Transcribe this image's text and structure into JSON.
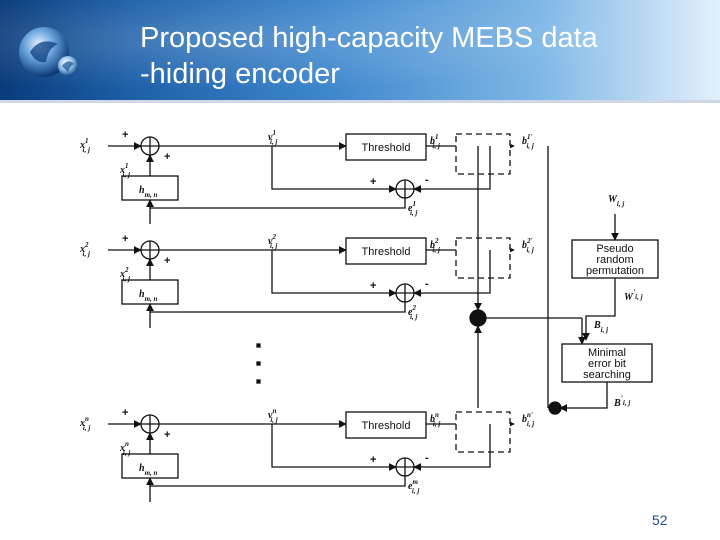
{
  "slide": {
    "title_line1": "Proposed high-capacity MEBS data",
    "title_line2": "-hiding encoder",
    "page_number": "52"
  },
  "diagram": {
    "threshold_label": "Threshold",
    "pseudo_block": [
      "Pseudo",
      "random",
      "permutation"
    ],
    "minimal_block": [
      "Minimal",
      "error bit",
      "searching"
    ],
    "signs": {
      "plus": "+",
      "minus": "-"
    },
    "rows": [
      {
        "x_in": "x",
        "x_sup": "1",
        "x_sub": "i, j",
        "xf": "x",
        "xf_sup": "1",
        "xf_sub": "i, j",
        "h": "h",
        "h_sub": "m, n",
        "v": "v",
        "v_sup": "1",
        "v_sub": "i, j",
        "b": "b",
        "b_sup": "1",
        "b_sub": "i, j",
        "bo": "b",
        "bo_sup": "1",
        "bo_prime": "'",
        "bo_sub": "i, j",
        "e": "e",
        "e_sup": "1",
        "e_sub": "i, j"
      },
      {
        "x_in": "x",
        "x_sup": "2",
        "x_sub": "i, j",
        "xf": "x",
        "xf_sup": "2",
        "xf_sub": "i, j",
        "h": "h",
        "h_sub": "m, n",
        "v": "v",
        "v_sup": "2",
        "v_sub": "i, j",
        "b": "b",
        "b_sup": "2",
        "b_sub": "i, j",
        "bo": "b",
        "bo_sup": "2",
        "bo_prime": "'",
        "bo_sub": "i, j",
        "e": "e",
        "e_sup": "2",
        "e_sub": "i, j"
      },
      {
        "x_in": "x",
        "x_sup": "n",
        "x_sub": "i, j",
        "xf": "x",
        "xf_sup": "n",
        "xf_sub": "i, j",
        "h": "h",
        "h_sub": "m, n",
        "v": "v",
        "v_sup": "n",
        "v_sub": "i, j",
        "b": "b",
        "b_sup": "n",
        "b_sub": "i, j",
        "bo": "b",
        "bo_sup": "n",
        "bo_prime": "'",
        "bo_sub": "i, j",
        "e": "e",
        "e_sup": "m",
        "e_sub": "i, j"
      }
    ],
    "w_label": {
      "base": "W",
      "sub": "i, j"
    },
    "wp_label": {
      "base": "W",
      "prime": "'",
      "sub": "i, j"
    },
    "b_label": {
      "base": "B",
      "sub": "i, j"
    },
    "bp_label": {
      "base": "B",
      "prime": "'",
      "sub": "i, j"
    },
    "ellipsis": "·  ·  ·"
  }
}
